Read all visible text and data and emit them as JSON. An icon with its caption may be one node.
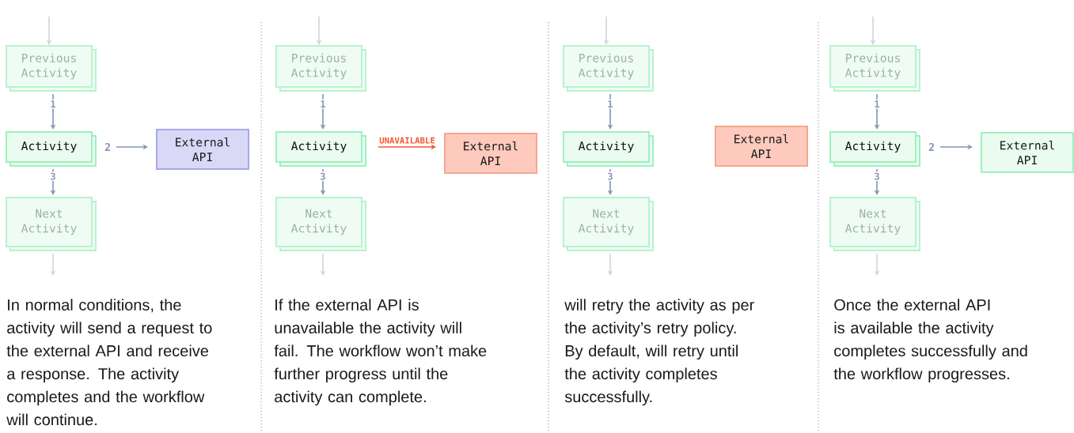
{
  "diagram": {
    "nodes": [
      {
        "text": [
          "Previous Activity"
        ]
      },
      {
        "text": [
          "Activity"
        ]
      },
      {
        "text": [
          "Next Activity"
        ]
      },
      {
        "text": [
          "External API"
        ]
      },
      {
        "text": [
          "Previous Activity"
        ]
      },
      {
        "text": [
          "Activity"
        ]
      },
      {
        "text": [
          "Next Activity"
        ]
      },
      {
        "text": [
          "External API"
        ]
      },
      {
        "text": [
          "Previous Activity"
        ]
      },
      {
        "text": [
          "Activity"
        ]
      },
      {
        "text": [
          "Next Activity"
        ]
      },
      {
        "text": [
          "External API"
        ]
      },
      {
        "text": [
          "Previous Activity"
        ]
      },
      {
        "text": [
          "Activity"
        ]
      },
      {
        "text": [
          "Next Activity"
        ]
      },
      {
        "text": [
          "External API"
        ]
      }
    ],
    "edges": [
      {
        "from": null,
        "to": 0,
        "arrow": "to"
      },
      {
        "from": 0,
        "to": 1,
        "arrow": "to",
        "label": "1",
        "color": "#8593b5"
      },
      {
        "from": 1,
        "to": 2,
        "arrow": "to",
        "label": "3",
        "color": "#8593b5"
      },
      {
        "from": 2,
        "to": null,
        "arrow": "to"
      },
      {
        "from": 1,
        "to": 3,
        "arrow": "to",
        "label": "2",
        "color": "#8593b5"
      },
      {
        "from": null,
        "to": 4,
        "arrow": "to"
      },
      {
        "from": 4,
        "to": 5,
        "arrow": "to",
        "label": "1",
        "color": "#8593b5"
      },
      {
        "from": 5,
        "to": 6,
        "arrow": "to",
        "label": "3",
        "color": "#8593b5"
      },
      {
        "from": 6,
        "to": null,
        "arrow": "to"
      },
      {
        "from": 5,
        "to": 7,
        "arrow": "to",
        "label": "UNAVAILABLE",
        "color": "#f4532f"
      },
      {
        "from": null,
        "to": 8,
        "arrow": "to"
      },
      {
        "from": 8,
        "to": 9,
        "arrow": "to",
        "label": "1",
        "color": "#8593b5"
      },
      {
        "from": 9,
        "to": 10,
        "arrow": "to",
        "label": "3",
        "color": "#8593b5"
      },
      {
        "from": 10,
        "to": null,
        "arrow": "to"
      },
      {
        "from": null,
        "to": 12,
        "arrow": "to"
      },
      {
        "from": 12,
        "to": 13,
        "arrow": "to",
        "label": "1",
        "color": "#8593b5"
      },
      {
        "from": 13,
        "to": 14,
        "arrow": "to",
        "label": "3",
        "color": "#8593b5"
      },
      {
        "from": 14,
        "to": null,
        "arrow": "to"
      },
      {
        "from": 13,
        "to": 15,
        "arrow": "to",
        "label": "2",
        "color": "#8593b5"
      }
    ],
    "labels": [
      "In normal conditions, the activity will send a request to the external API and receive a response. The activity completes and the workflow will continue.",
      "If the external API is unavailable the activity will fail. The workflow won’t make further progress until the activity can complete.",
      "will retry the activity as per the activity’s retry policy. By default, will retry until the activity completes successfully.",
      "Once the external API is available the activity completes successfully and the workflow progresses."
    ]
  }
}
